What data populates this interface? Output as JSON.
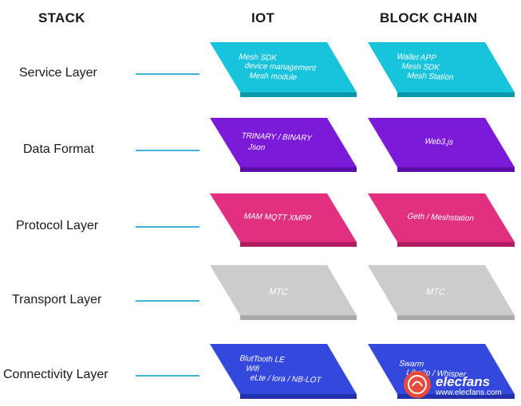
{
  "headers": {
    "stack": "STACK",
    "iot": "IOT",
    "blockchain": "BLOCK CHAIN"
  },
  "rows": [
    {
      "label": "Service Layer",
      "color": "#17c4dc",
      "color_dark": "#0d97ad",
      "iot_lines": [
        "Mesh SDK",
        "device management",
        "Mesh module"
      ],
      "bc_lines": [
        "Wallet APP",
        "Mesh SDK",
        "Mesh Station"
      ]
    },
    {
      "label": "Data Format",
      "color": "#7b1ad9",
      "color_dark": "#5a0fa8",
      "iot_lines": [
        "TRINARY / BINARY",
        "Json"
      ],
      "bc_lines": [
        "Web3.js"
      ]
    },
    {
      "label": "Protocol Layer",
      "color": "#e0307f",
      "color_dark": "#b01d60",
      "iot_lines": [
        "MAM  MQTT  XMPP"
      ],
      "bc_lines": [
        "Geth / Meshstation"
      ]
    },
    {
      "label": "Transport Layer",
      "color": "#cccccc",
      "color_dark": "#a9a9a9",
      "iot_lines": [
        "MTC"
      ],
      "bc_lines": [
        "MTC"
      ]
    },
    {
      "label": "Connectivity Layer",
      "color": "#3548dd",
      "color_dark": "#2231ae",
      "iot_lines": [
        "BlutTooth LE",
        "Wifi",
        "eLte / lora / NB-LOT"
      ],
      "bc_lines": [
        "Swarm",
        "Libp2p / Whisper"
      ]
    }
  ],
  "watermark": {
    "brand": "elecfans",
    "site": "www.elecfans.com"
  }
}
